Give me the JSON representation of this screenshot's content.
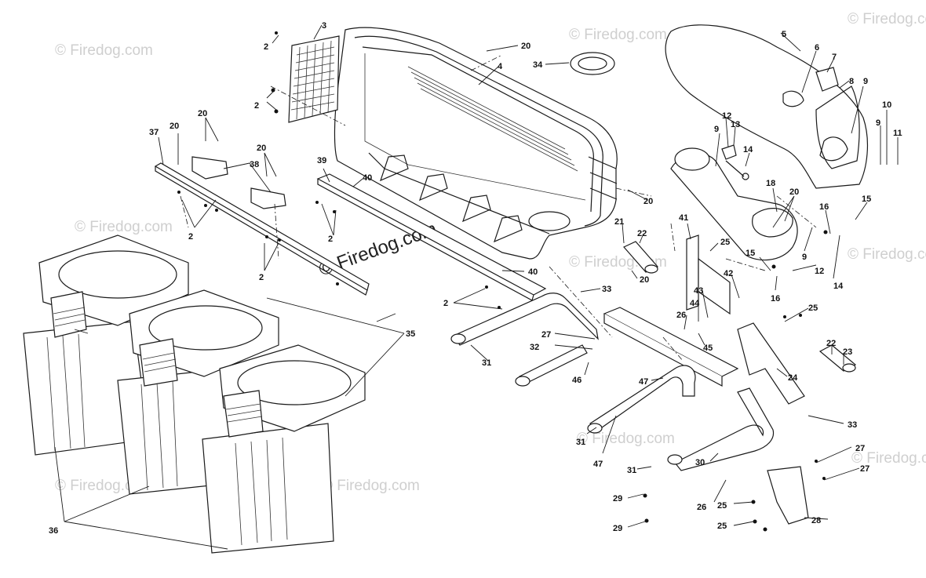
{
  "watermark": {
    "text": "© Firedog.com",
    "main_text": "© Firedog.com"
  },
  "labels": {
    "l2": "2",
    "l3": "3",
    "l4": "4",
    "l5": "5",
    "l6": "6",
    "l7": "7",
    "l8": "8",
    "l9": "9",
    "l10": "10",
    "l11": "11",
    "l12": "12",
    "l13": "13",
    "l14": "14",
    "l15": "15",
    "l16": "16",
    "l18": "18",
    "l20": "20",
    "l21": "21",
    "l22": "22",
    "l23": "23",
    "l24": "24",
    "l25": "25",
    "l26": "26",
    "l27": "27",
    "l28": "28",
    "l29": "29",
    "l30": "30",
    "l31": "31",
    "l32": "32",
    "l33": "33",
    "l34": "34",
    "l35": "35",
    "l36": "36",
    "l37": "37",
    "l38": "38",
    "l39": "39",
    "l40": "40",
    "l41": "41",
    "l42": "42",
    "l43": "43",
    "l44": "44",
    "l45": "45",
    "l46": "46",
    "l47": "47"
  },
  "colors": {
    "line": "#1a1a1a",
    "watermark": "#cfcfcf",
    "background": "#ffffff"
  }
}
